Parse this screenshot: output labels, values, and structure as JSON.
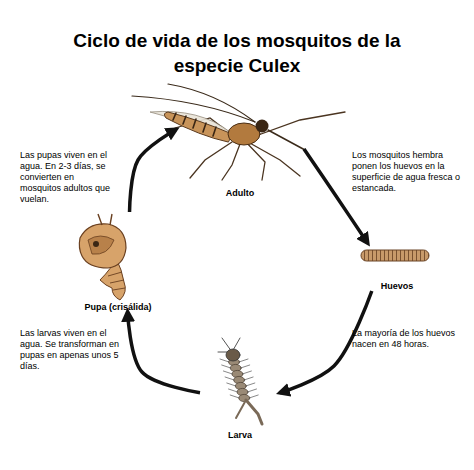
{
  "diagram": {
    "title": "Ciclo de vida de los mosquitos de la especie Culex",
    "nodes": [
      {
        "text": [
          "Adulto"
        ]
      },
      {
        "text": [
          "Huevos"
        ]
      },
      {
        "text": [
          "Larva"
        ]
      },
      {
        "text": [
          "Pupa (crisálida)"
        ]
      }
    ],
    "edges": [
      {
        "from": 0,
        "to": 1,
        "arrow": "to"
      },
      {
        "from": 1,
        "to": 2,
        "arrow": "to"
      },
      {
        "from": 2,
        "to": 3,
        "arrow": "to"
      },
      {
        "from": 3,
        "to": 0,
        "arrow": "to"
      }
    ],
    "labels": [
      "Las pupas viven en el agua. En 2-3 días, se convierten en mosquitos adultos que vuelan.",
      "Los mosquitos hembra ponen los huevos en la superficie de agua fresca o estancada.",
      "La mayoría de los huevos nacen en 48 horas.",
      "Las larvas viven en el agua. Se transforman en pupas en apenas unos 5 días."
    ]
  }
}
